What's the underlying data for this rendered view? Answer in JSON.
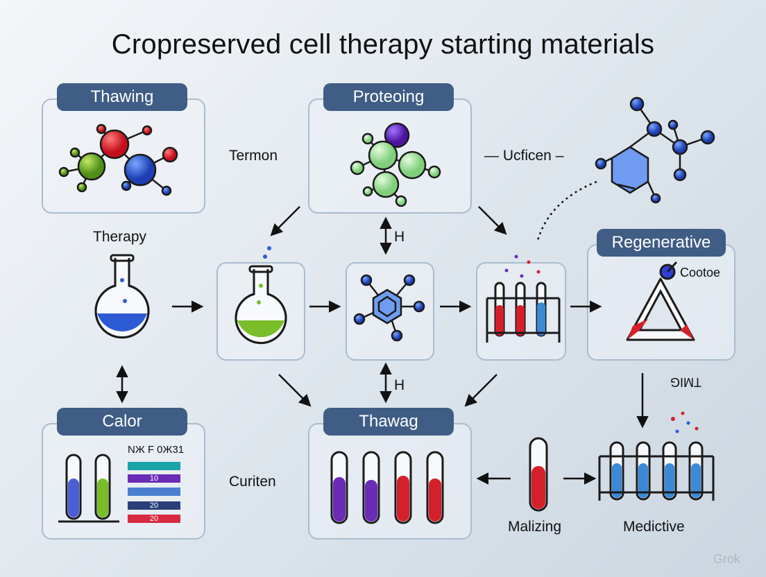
{
  "title": "Cropreserved cell therapy starting materials",
  "panels": {
    "thawing_top": "Thawing",
    "proteoing": "Proteoing",
    "regenerative": "Regenerative",
    "calor": "Calor",
    "thawag": "Thawag"
  },
  "labels": {
    "termon": "Termon",
    "ucficen": "— Ucficen –",
    "therapy": "Therapy",
    "h_top": "H",
    "h_bottom": "H",
    "cootoe": "Cootoe",
    "tmig": "TMIG",
    "curiten": "Curiten",
    "malizing": "Malizing",
    "medictive": "Medictive",
    "calor_header": "NЖ F 0Ж31"
  },
  "calor_bars": [
    {
      "text": "",
      "color": "#1aa3a8"
    },
    {
      "text": "10",
      "color": "#6a2bb5"
    },
    {
      "text": "",
      "color": "#4a7fcf"
    },
    {
      "text": "20",
      "color": "#2a3f7a"
    },
    {
      "text": "20",
      "color": "#d62a3e"
    }
  ],
  "watermark": "Grok",
  "colors": {
    "pill": "#3f5d85",
    "panel_border": "#a9bccf",
    "blue": "#2d5bd6",
    "green": "#79bd2a",
    "red": "#d5202b",
    "purple": "#6a2bb5",
    "mint": "#a7e3a0"
  }
}
